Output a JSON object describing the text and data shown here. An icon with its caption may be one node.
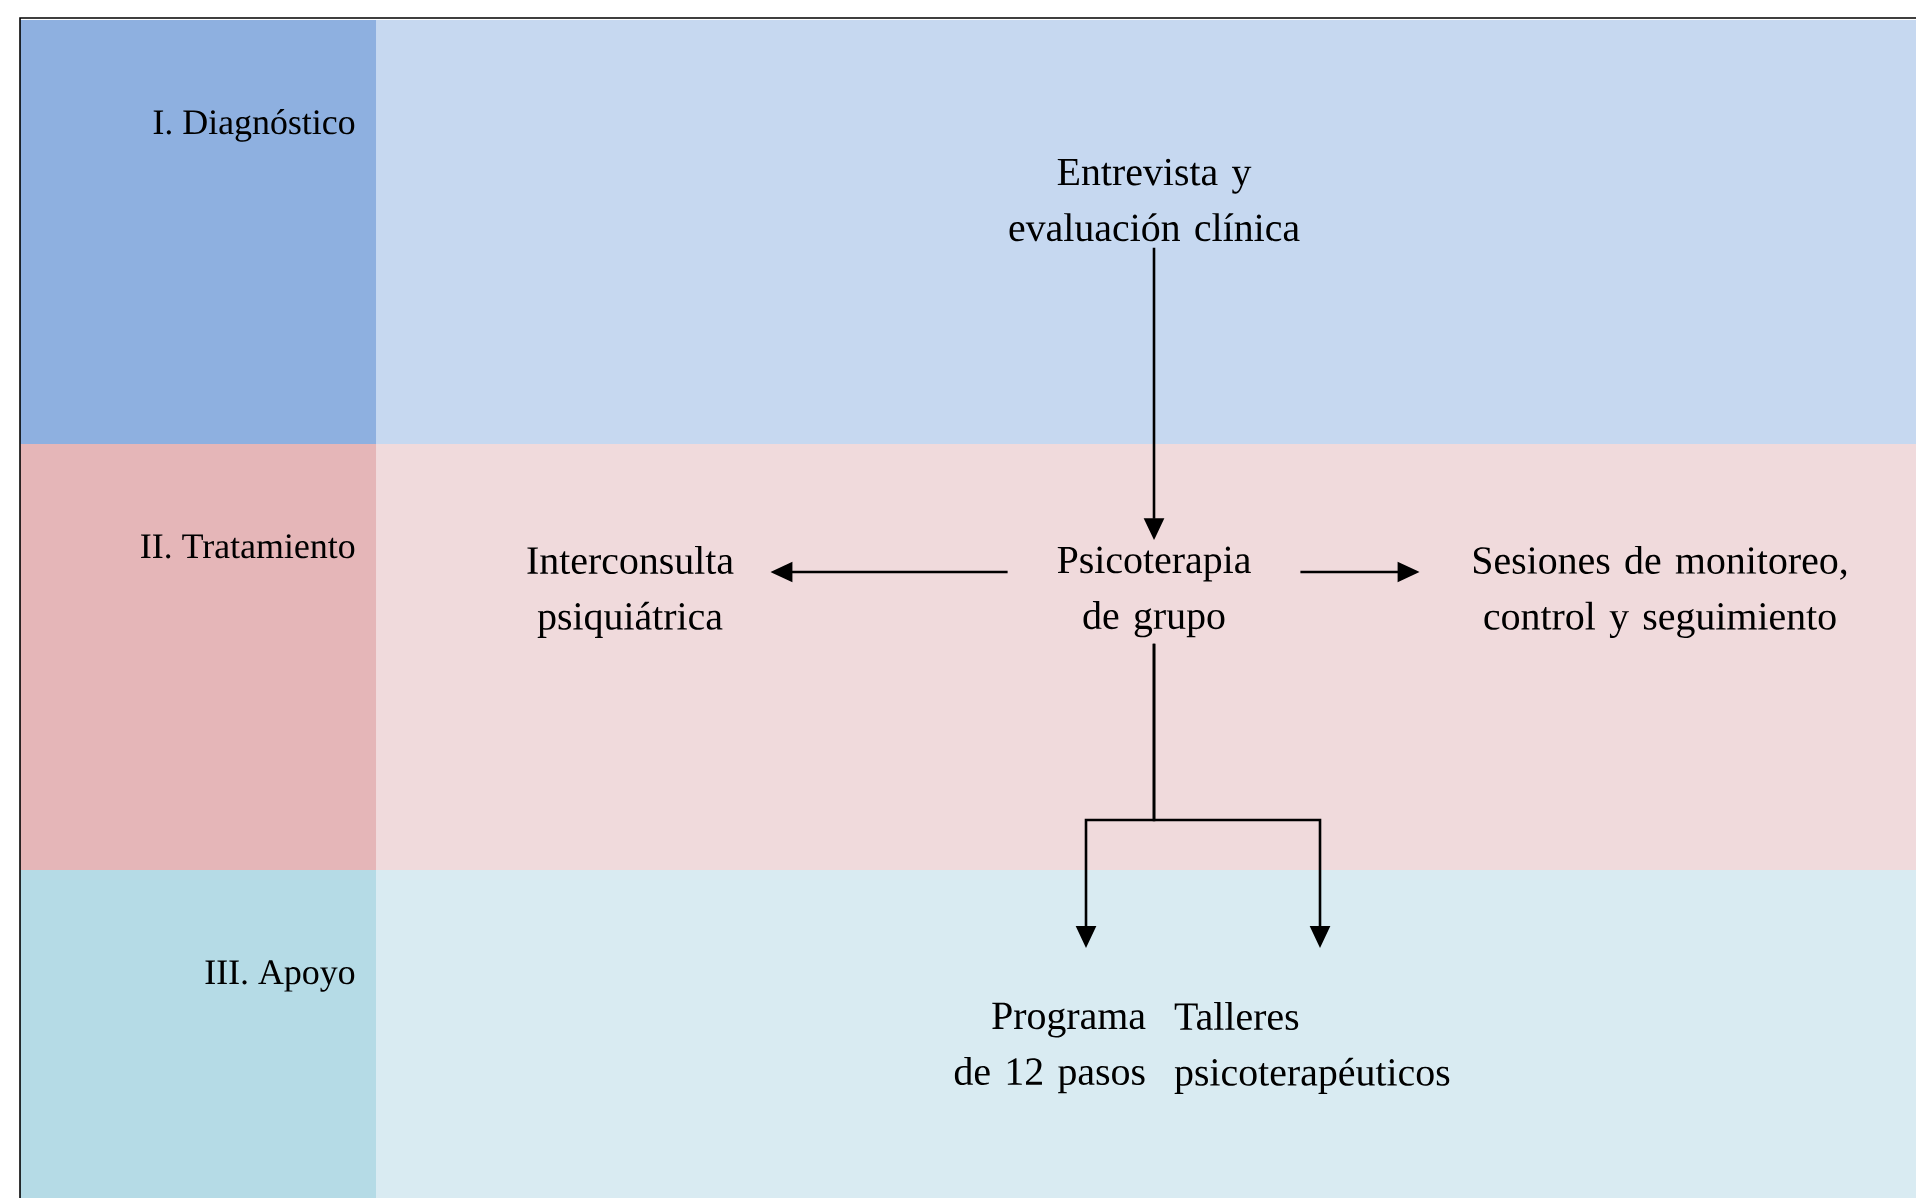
{
  "diagram": {
    "nodes": [
      {
        "text": [
          "I. Diagnóstico"
        ]
      },
      {
        "text": [
          "II. Tratamiento"
        ]
      },
      {
        "text": [
          "III. Apoyo"
        ]
      },
      {
        "text": [
          "Entrevista y evaluación clínica"
        ],
        "in": 0
      },
      {
        "text": [
          "Psicoterapia de grupo"
        ],
        "in": 1
      },
      {
        "text": [
          "Interconsulta psiquiátrica"
        ],
        "in": 1
      },
      {
        "text": [
          "Sesiones de monitoreo, control y seguimiento"
        ],
        "in": 1
      },
      {
        "text": [
          "Programa de 12 pasos"
        ],
        "in": 2
      },
      {
        "text": [
          "Talleres psicoterapéuticos"
        ],
        "in": 2
      }
    ],
    "edges": [
      {
        "from": 3,
        "to": 4,
        "arrow": "to"
      },
      {
        "from": 4,
        "to": 5,
        "arrow": "to"
      },
      {
        "from": 4,
        "to": 6,
        "arrow": "to"
      },
      {
        "from": 4,
        "to": 7,
        "arrow": "to"
      },
      {
        "from": 4,
        "to": 8,
        "arrow": "to"
      }
    ]
  }
}
